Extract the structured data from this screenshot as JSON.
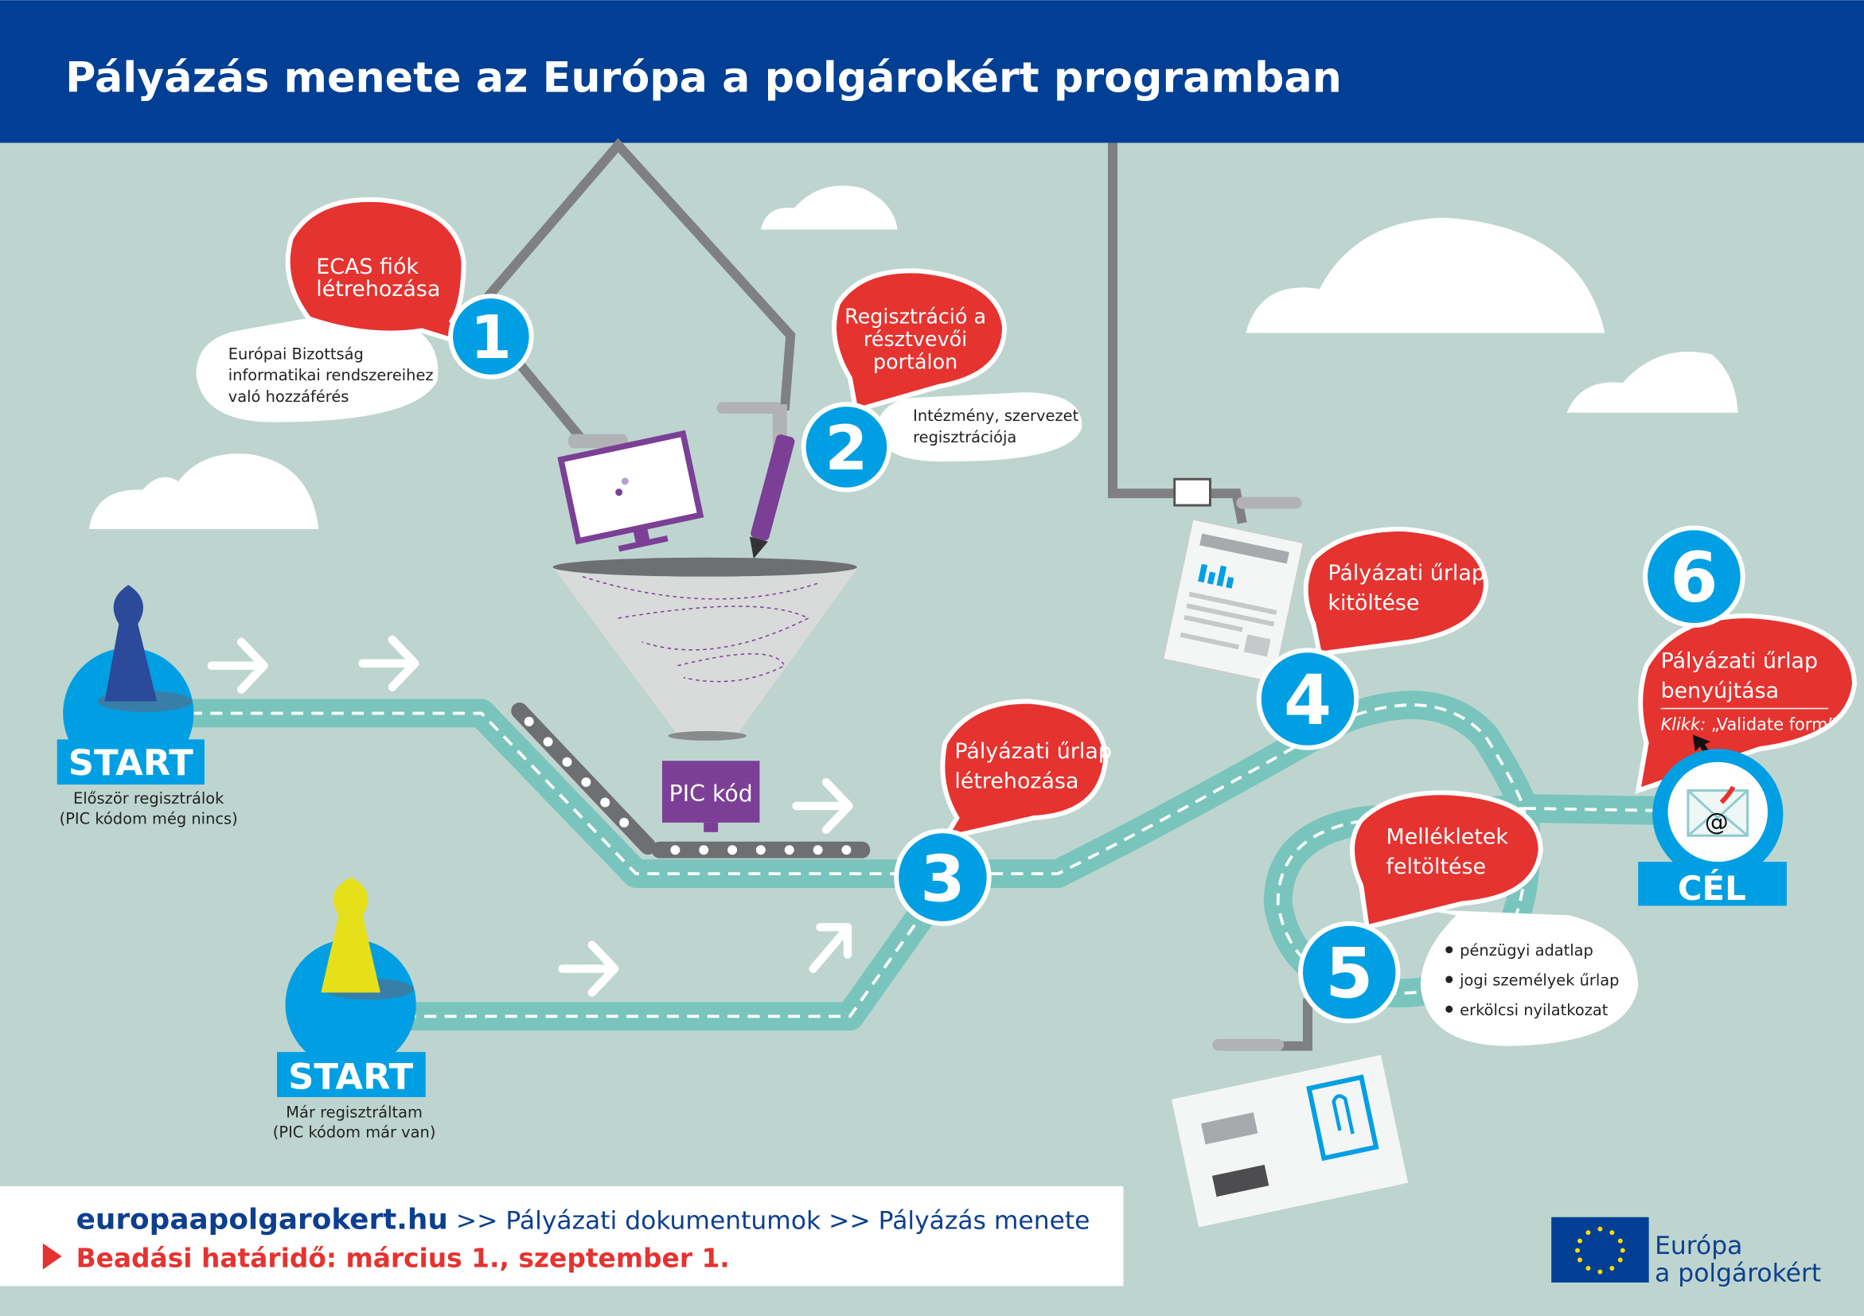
{
  "header": {
    "title": "Pályázás menete az Európa a polgárokért programban"
  },
  "starts": [
    {
      "label": "START",
      "caption": [
        "Először regisztrálok",
        "(PIC kódom még nincs)"
      ]
    },
    {
      "label": "START",
      "caption": [
        "Már regisztráltam",
        "(PIC kódom már van)"
      ]
    }
  ],
  "steps": [
    {
      "number": "1",
      "title": [
        "ECAS fiók",
        "létrehozása"
      ],
      "note": [
        "Európai Bizottság",
        "informatikai rendszereihez",
        "való hozzáférés"
      ]
    },
    {
      "number": "2",
      "title": [
        "Regisztráció a",
        "résztvevői",
        "portálon"
      ],
      "note": [
        "Intézmény, szervezet",
        "regisztrációja"
      ]
    },
    {
      "number": "3",
      "title": [
        "Pályázati űrlap",
        "létrehozása"
      ]
    },
    {
      "number": "4",
      "title": [
        "Pályázati űrlap",
        "kitöltése"
      ]
    },
    {
      "number": "5",
      "title": [
        "Mellékletek",
        "feltöltése"
      ],
      "note": [
        "pénzügyi adatlap",
        "jogi személyek űrlap",
        "erkölcsi nyilatkozat"
      ]
    },
    {
      "number": "6",
      "title": [
        "Pályázati űrlap",
        "benyújtása"
      ],
      "click_label": "Klikk:",
      "click_value": " „Validate form”"
    }
  ],
  "pic_code": "PIC kód",
  "goal": {
    "label": "CÉL",
    "icon": "email-at-icon"
  },
  "footer": {
    "site": "europaapolgarokert.hu",
    "path": " >> Pályázati dokumentumok >> Pályázás menete",
    "deadline": "Beadási határidő: március 1., szeptember 1."
  },
  "logo": {
    "line1": "Európa",
    "line2": "a polgárokért"
  },
  "colors": {
    "header": "#003f94",
    "background": "#bed5cf",
    "road": "#79c5bd",
    "red": "#e53330",
    "blue": "#009fe3",
    "purple": "#7b3f96"
  }
}
